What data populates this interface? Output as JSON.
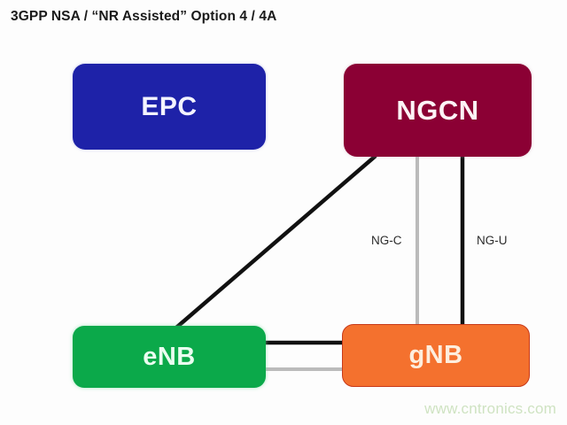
{
  "title": "3GPP NSA / “NR Assisted”  Option 4 / 4A",
  "nodes": {
    "epc": {
      "label": "EPC",
      "color": "#1E22A8"
    },
    "ngcn": {
      "label": "NGCN",
      "color": "#8B0034"
    },
    "enb": {
      "label": "eNB",
      "color": "#0BA94A"
    },
    "gnb": {
      "label": "gNB",
      "color": "#F4712E"
    }
  },
  "links": [
    {
      "name": "ngcn-enb-link",
      "caption": "",
      "style": "solid-black",
      "color": "#111111"
    },
    {
      "name": "ngcn-gnb-ngc",
      "caption": "NG-C",
      "style": "solid-gray",
      "color": "#BBBBBB"
    },
    {
      "name": "ngcn-gnb-ngu",
      "caption": "NG-U",
      "style": "solid-black",
      "color": "#111111"
    },
    {
      "name": "enb-gnb-upper",
      "caption": "",
      "style": "solid-black",
      "color": "#111111"
    },
    {
      "name": "enb-gnb-lower",
      "caption": "",
      "style": "solid-gray",
      "color": "#BBBBBB"
    }
  ],
  "captions": {
    "ngc": "NG-C",
    "ngu": "NG-U"
  },
  "watermark": "www.cntronics.com",
  "colors": {
    "background": "#FDFDFD",
    "title_text": "#1A1A1A",
    "line_black": "#111111",
    "line_gray": "#BBBBBB",
    "watermark": "#CFE3C2"
  }
}
